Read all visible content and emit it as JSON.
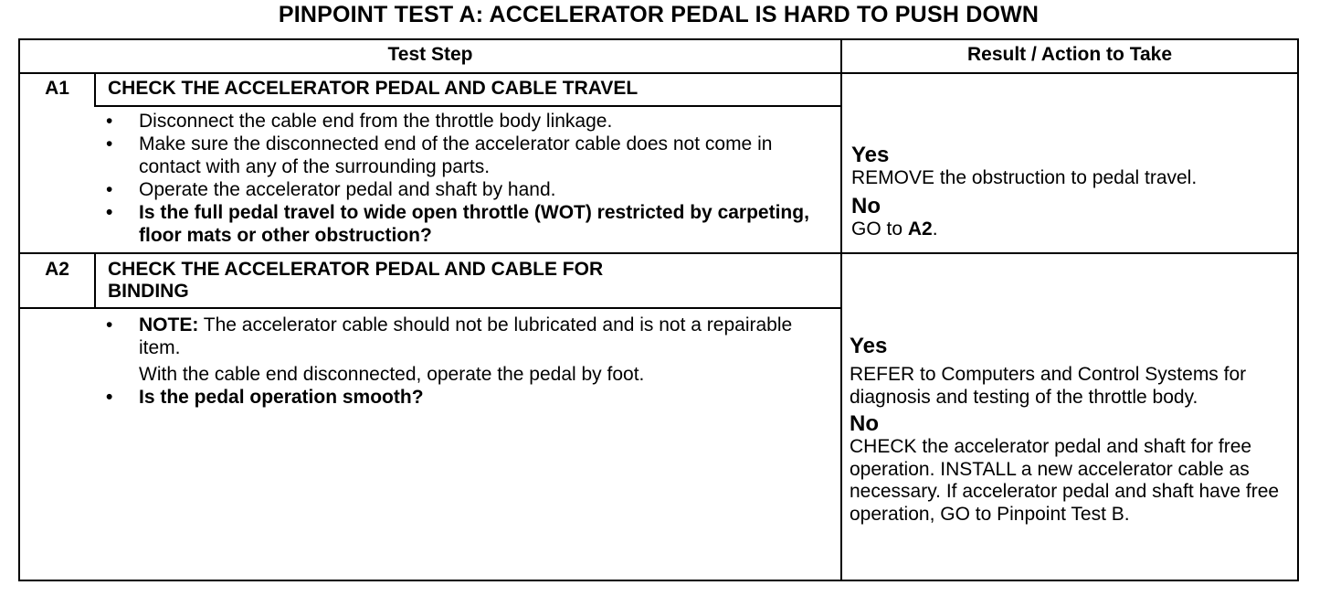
{
  "title": "PINPOINT TEST  A: ACCELERATOR PEDAL IS HARD TO PUSH DOWN",
  "headers": {
    "test_step": "Test Step",
    "result": "Result / Action to Take"
  },
  "steps": [
    {
      "id": "A1",
      "title": "CHECK THE ACCELERATOR PEDAL AND CABLE TRAVEL",
      "bullets": [
        "Disconnect the cable end from the throttle body linkage.",
        "Make sure the disconnected end of the accelerator cable does not come in contact with any of the surrounding parts.",
        "Operate the accelerator pedal and shaft by hand.",
        "Is the full pedal travel to wide open throttle (WOT) restricted by carpeting, floor mats or other obstruction?"
      ],
      "yes_label": "Yes",
      "yes_text": "REMOVE the obstruction to pedal travel.",
      "no_label": "No",
      "no_prefix": "GO to ",
      "no_ref": "A2",
      "no_suffix": "."
    },
    {
      "id": "A2",
      "title_line1": "CHECK THE ACCELERATOR PEDAL AND CABLE FOR",
      "title_line2": "BINDING",
      "note_label": "NOTE:",
      "note_text": " The accelerator cable should not be lubricated and is not a repairable item.",
      "plain_text": "With the cable end disconnected, operate the pedal by foot.",
      "question": "Is the pedal operation smooth?",
      "yes_label": "Yes",
      "yes_text": "REFER to Computers and Control Systems for diagnosis and testing of the throttle body.",
      "no_label": "No",
      "no_text": "CHECK the accelerator pedal and shaft for free operation. INSTALL a new accelerator cable as necessary. If accelerator pedal and shaft have free operation, GO to Pinpoint Test B."
    }
  ],
  "bullet_char": "•"
}
